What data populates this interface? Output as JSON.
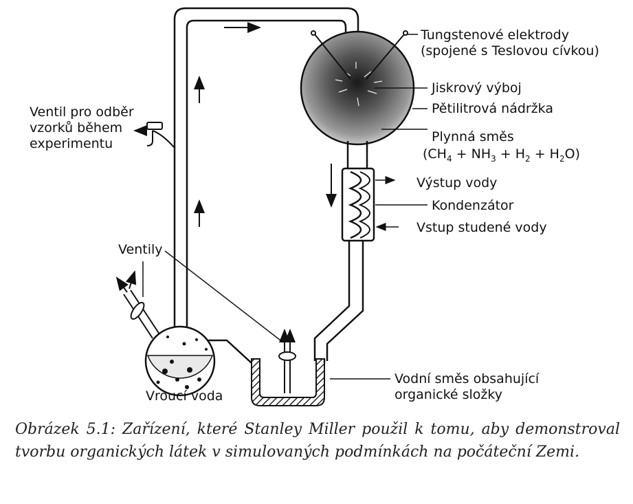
{
  "labels": {
    "tungsten": [
      "Tungstenové elektrody",
      "(spojené s Teslovou cívkou)"
    ],
    "spark": "Jiskrový výboj",
    "flask": "Pětilitrová nádržka",
    "gas_title": "Plynná směs",
    "gas_formula": {
      "open": "(CH",
      "s1": "4",
      "t1": " + NH",
      "s2": "3",
      "t2": " + H",
      "s3": "2",
      "t3": " + H",
      "s4": "2",
      "close": "O)"
    },
    "water_out": "Výstup vody",
    "condenser": "Kondenzátor",
    "water_in": "Vstup studené vody",
    "sample_valve": [
      "Ventil pro odběr",
      "vzorků během",
      "experimentu"
    ],
    "valves": "Ventily",
    "boiling": "Vroucí voda",
    "mixture": [
      "Vodní směs obsahující",
      "organické složky"
    ]
  },
  "caption": "Obrázek 5.1: Zařízení, které Stanley Miller použil k tomu, aby demonstroval tvorbu organických látek v simulovaných podmínkách na počáteční Zemi."
}
